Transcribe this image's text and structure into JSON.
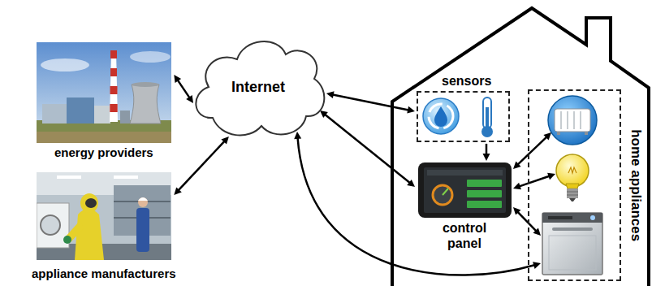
{
  "diagram": {
    "nodes": [
      {
        "text": [
          "energy providers"
        ]
      },
      {
        "text": [
          "appliance manufacturers"
        ]
      },
      {
        "text": [
          "Internet"
        ]
      },
      {
        "text": [
          "sensors"
        ]
      },
      {
        "text": [
          "control panel"
        ]
      },
      {
        "text": [
          "home appliances"
        ]
      }
    ],
    "edges": [
      {
        "from": 0,
        "to": 2,
        "arrow": "both"
      },
      {
        "from": 1,
        "to": 2,
        "arrow": "both"
      },
      {
        "from": 2,
        "to": 3,
        "arrow": "both"
      },
      {
        "from": 2,
        "to": 4,
        "arrow": "both"
      },
      {
        "from": 3,
        "to": 4,
        "arrow": "to"
      },
      {
        "from": 4,
        "to": 5,
        "arrow": "both"
      },
      {
        "from": 4,
        "to": 5,
        "arrow": "both"
      },
      {
        "from": 4,
        "to": 5,
        "arrow": "both"
      },
      {
        "from": 5,
        "to": 2,
        "arrow": "both"
      }
    ]
  }
}
